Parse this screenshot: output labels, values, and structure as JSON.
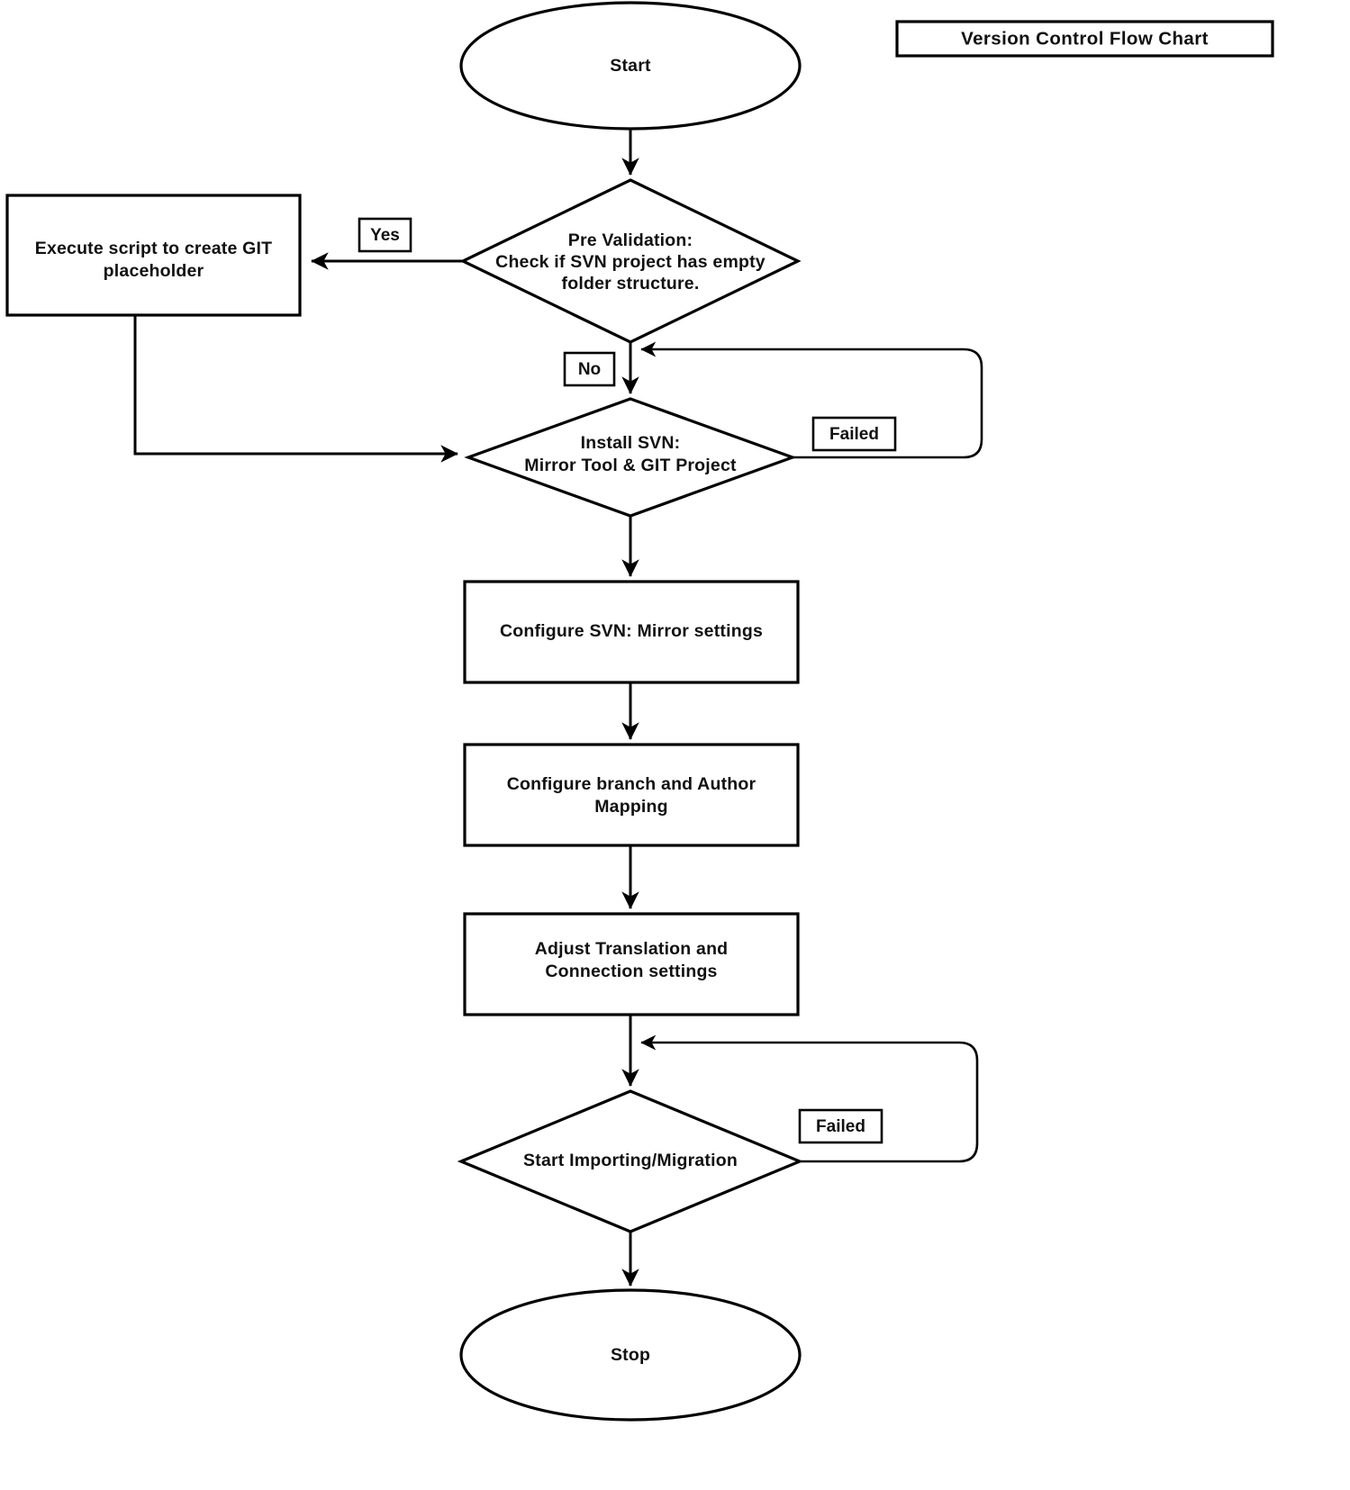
{
  "diagram": {
    "title_box": {
      "label": "Version Control Flow Chart"
    },
    "nodes": [
      {
        "id": "start",
        "type": "terminator",
        "label": "Start"
      },
      {
        "id": "prevalid",
        "type": "decision",
        "line1": "Pre Validation:",
        "line2": "Check if SVN project has empty",
        "line3": "folder structure."
      },
      {
        "id": "execscript",
        "type": "process",
        "line1": "Execute script to create GIT",
        "line2": "placeholder"
      },
      {
        "id": "installsvn",
        "type": "decision",
        "line1": "Install SVN:",
        "line2": "Mirror Tool & GIT Project"
      },
      {
        "id": "configsvn",
        "type": "process",
        "line1": "Configure SVN: Mirror settings"
      },
      {
        "id": "configbr",
        "type": "process",
        "line1": "Configure branch and Author",
        "line2": "Mapping"
      },
      {
        "id": "adjusttr",
        "type": "process",
        "line1": "Adjust Translation and",
        "line2": "Connection settings"
      },
      {
        "id": "startimp",
        "type": "decision",
        "line1": "Start Importing/Migration"
      },
      {
        "id": "stop",
        "type": "terminator",
        "label": "Stop"
      }
    ],
    "edge_labels": {
      "yes": "Yes",
      "no": "No",
      "failed_install": "Failed",
      "failed_import": "Failed"
    },
    "colors": {
      "stroke": "#000000",
      "fill": "#ffffff",
      "text": "#111111"
    }
  },
  "chart_data": {
    "type": "diagram",
    "title": "Version Control Flow Chart",
    "nodes": [
      {
        "id": "start",
        "shape": "ellipse",
        "text": "Start"
      },
      {
        "id": "prevalid",
        "shape": "diamond",
        "text": "Pre Validation: Check if SVN project has empty folder structure."
      },
      {
        "id": "execscript",
        "shape": "rectangle",
        "text": "Execute script to create GIT placeholder"
      },
      {
        "id": "installsvn",
        "shape": "diamond",
        "text": "Install SVN: Mirror Tool & GIT Project"
      },
      {
        "id": "configsvn",
        "shape": "rectangle",
        "text": "Configure SVN: Mirror settings"
      },
      {
        "id": "configbr",
        "shape": "rectangle",
        "text": "Configure branch and Author Mapping"
      },
      {
        "id": "adjusttr",
        "shape": "rectangle",
        "text": "Adjust Translation and Connection settings"
      },
      {
        "id": "startimp",
        "shape": "diamond",
        "text": "Start Importing/Migration"
      },
      {
        "id": "stop",
        "shape": "ellipse",
        "text": "Stop"
      }
    ],
    "edges": [
      {
        "from": "start",
        "to": "prevalid",
        "label": ""
      },
      {
        "from": "prevalid",
        "to": "execscript",
        "label": "Yes"
      },
      {
        "from": "prevalid",
        "to": "installsvn",
        "label": "No"
      },
      {
        "from": "execscript",
        "to": "installsvn",
        "label": ""
      },
      {
        "from": "installsvn",
        "to": "installsvn",
        "label": "Failed"
      },
      {
        "from": "installsvn",
        "to": "configsvn",
        "label": ""
      },
      {
        "from": "configsvn",
        "to": "configbr",
        "label": ""
      },
      {
        "from": "configbr",
        "to": "adjusttr",
        "label": ""
      },
      {
        "from": "adjusttr",
        "to": "startimp",
        "label": ""
      },
      {
        "from": "startimp",
        "to": "startimp",
        "label": "Failed"
      },
      {
        "from": "startimp",
        "to": "stop",
        "label": ""
      }
    ]
  }
}
